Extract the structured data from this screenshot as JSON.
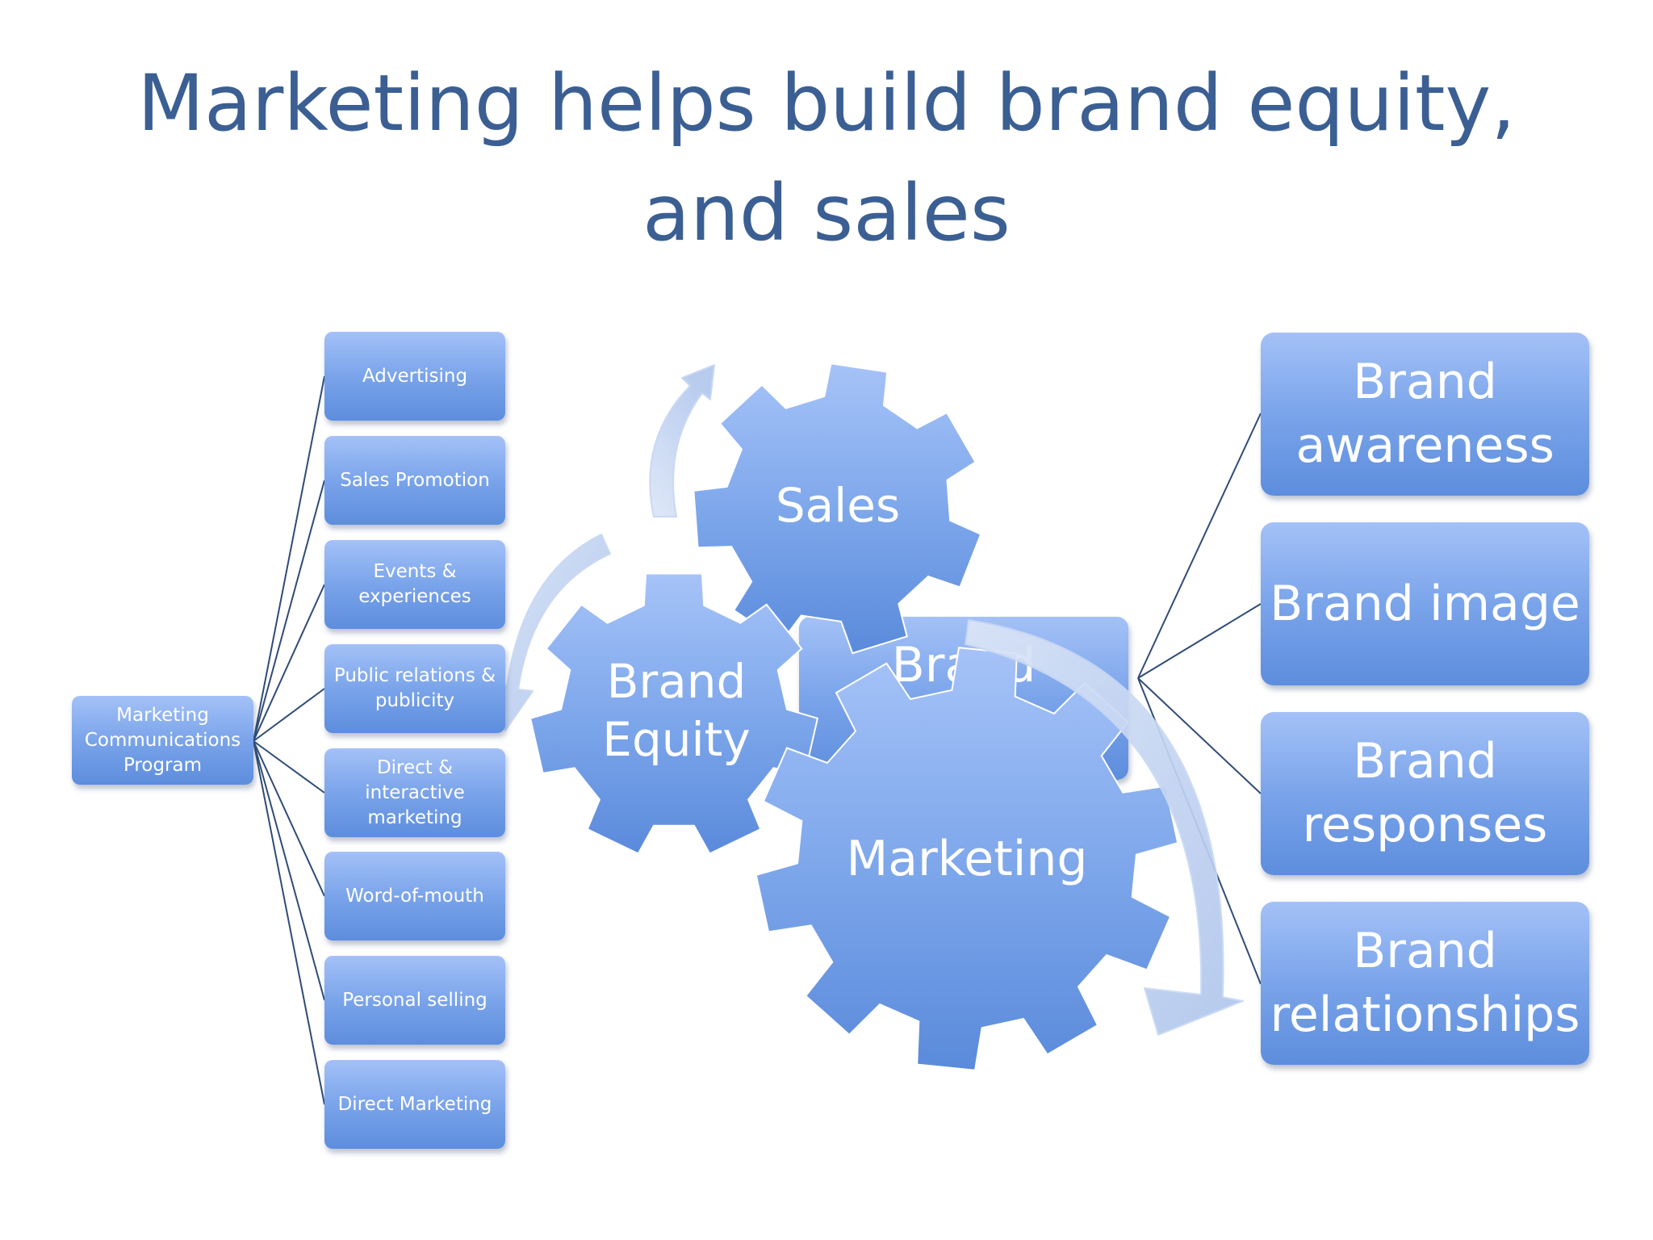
{
  "title": {
    "line1": "Marketing helps build brand equity,",
    "line2": "and sales"
  },
  "source": {
    "label": "Marketing Communications Program"
  },
  "channels": [
    "Advertising",
    "Sales Promotion",
    "Events & experiences",
    "Public relations & publicity",
    "Direct & interactive marketing",
    "Word-of-mouth",
    "Personal selling",
    "Direct Marketing"
  ],
  "gears": {
    "sales": "Sales",
    "brand_equity": "Brand Equity",
    "marketing": "Marketing"
  },
  "brand_equity_box": {
    "label": "Brand Equity"
  },
  "outcomes": [
    "Brand awareness",
    "Brand image",
    "Brand responses",
    "Brand relationships"
  ],
  "colors": {
    "title": "#3b5f93",
    "connector": "#2f4c77",
    "box_light": "#a4c1f7",
    "box_dark": "#5d8ddd",
    "arrow": "#c9d8f4"
  }
}
